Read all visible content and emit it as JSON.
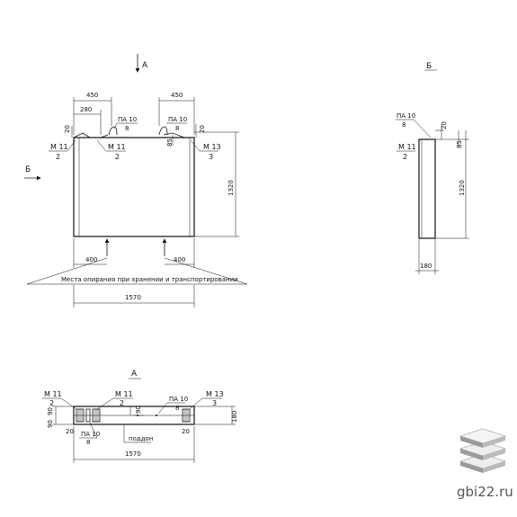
{
  "front_view": {
    "view_label_a": "А",
    "view_label_b": "Б",
    "dim_450_left": "450",
    "dim_450_right": "450",
    "dim_280": "280",
    "dim_20_left": "20",
    "dim_20_right": "20",
    "dim_85": "85",
    "dim_1320": "1320",
    "dim_400_left": "400",
    "dim_400_right": "400",
    "dim_1570": "1570",
    "pa_left_top": "ПА 10",
    "pa_left_bottom": "8",
    "pa_right_top": "ПА 10",
    "pa_right_bottom": "8",
    "m11_outer_top": "М 11",
    "m11_outer_bottom": "2",
    "m11_inner_top": "М 11",
    "m11_inner_bottom": "2",
    "m13_top": "М 13",
    "m13_bottom": "3",
    "support_note": "Места опирания при хранении и транспортировании"
  },
  "side_view": {
    "title": "Б",
    "pa_top": "ПА 10",
    "pa_bottom": "8",
    "m11_top": "М 11",
    "m11_bottom": "2",
    "dim_20": "20",
    "dim_85": "85",
    "dim_1320": "1320",
    "dim_180": "180"
  },
  "plan_view": {
    "title": "А",
    "m11_left_top": "М 11",
    "m11_left_bottom": "2",
    "m11_mid_top": "М 11",
    "m11_mid_bottom": "2",
    "pa_mid_top": "ПА 10",
    "pa_mid_bottom": "8",
    "m13_top": "М 13",
    "m13_bottom": "3",
    "pa_low_top": "ПА 10",
    "pa_low_bottom": "8",
    "dim_90_a": "90",
    "dim_90_b": "90",
    "dim_90_c": "90",
    "dim_20_left": "20",
    "dim_20_right": "20",
    "dim_180": "180",
    "pallet_label": "поддон",
    "dim_1570": "1570"
  },
  "watermark": {
    "site": "gbi22.ru",
    "logo_icon": "stacked-slabs-icon",
    "colors": {
      "slab_light": "#eeeeee",
      "slab_dark": "#9a9a9a"
    }
  }
}
